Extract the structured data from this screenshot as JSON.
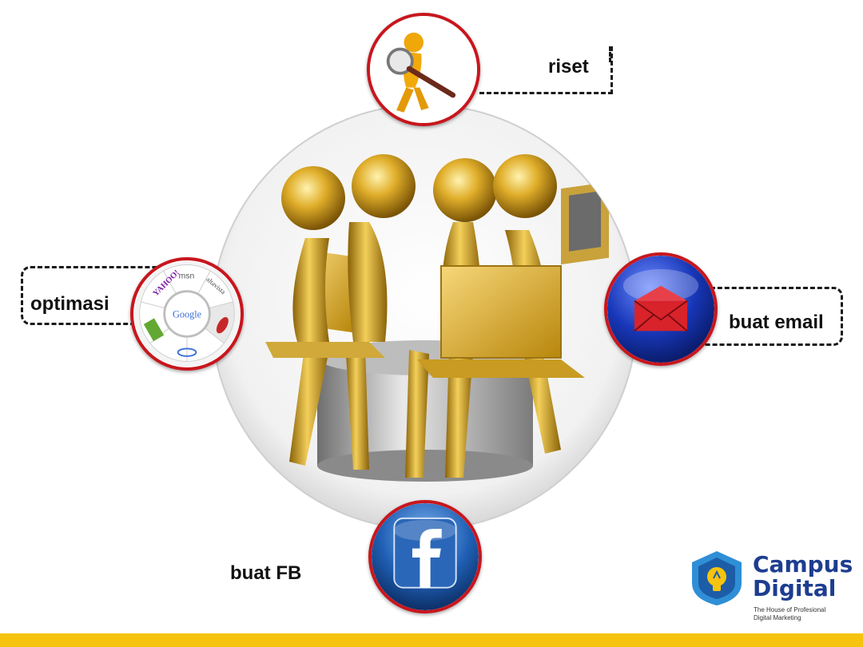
{
  "labels": {
    "riset": "riset",
    "optimasi": "optimasi",
    "buat_email": "buat email",
    "buat_fb": "buat FB"
  },
  "logo": {
    "name_line1": "Campus",
    "name_line2": "Digital",
    "tagline_line1": "The House of Profesional",
    "tagline_line2": "Digital Marketing"
  },
  "search_engines": {
    "center": "Google",
    "top_left": "YAHOO!",
    "top": "msn",
    "top_right": "altavista"
  },
  "colors": {
    "ring_red": "#c8161d",
    "accent_yellow": "#f6c40f",
    "gold": "#d4a017",
    "logo_blue": "#1d3d8f",
    "facebook_blue": "#1f5fb4",
    "email_blue": "#1837b8"
  },
  "icons": {
    "riset": "worker-with-magnifier-icon",
    "optimasi": "search-engines-wheel-icon",
    "buat_email": "envelope-icon",
    "buat_fb": "facebook-icon",
    "logo": "lightbulb-shield-icon"
  }
}
